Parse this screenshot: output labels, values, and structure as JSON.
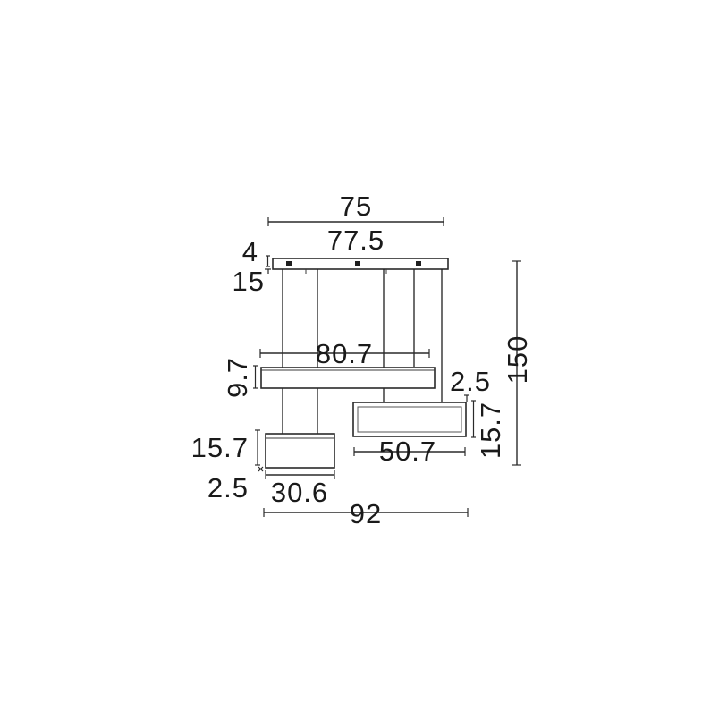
{
  "diagram": {
    "dimensions": {
      "canopy_inner_width": "75",
      "canopy_width": "77.5",
      "canopy_height": "4",
      "canopy_offset": "15",
      "top_fixture_width": "80.7",
      "top_fixture_height": "9.7",
      "right_fixture_gap": "2.5",
      "right_fixture_height": "15.7",
      "right_fixture_width": "50.7",
      "left_fixture_height": "15.7",
      "left_fixture_gap": "2.5",
      "left_fixture_width": "30.6",
      "overall_width": "92",
      "overall_height": "150"
    }
  }
}
